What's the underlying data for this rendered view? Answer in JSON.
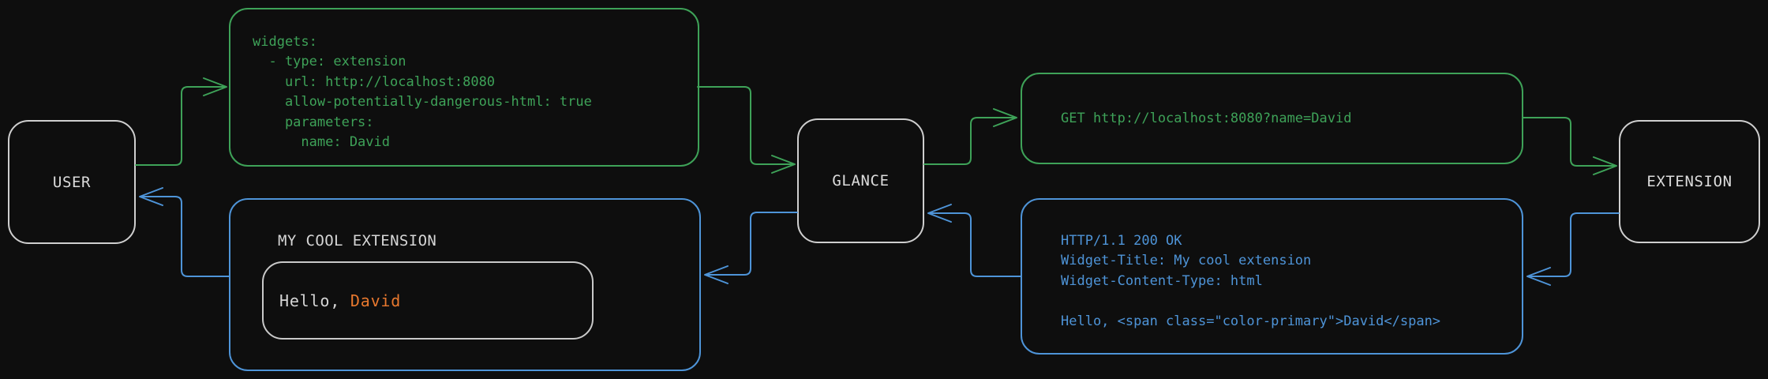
{
  "diagram": {
    "nodes": {
      "user": {
        "label": "USER"
      },
      "glance": {
        "label": "GLANCE"
      },
      "extension": {
        "label": "EXTENSION"
      }
    },
    "config_box": {
      "lines": [
        "widgets:",
        "  - type: extension",
        "    url: http://localhost:8080",
        "    allow-potentially-dangerous-html: true",
        "    parameters:",
        "      name: David"
      ]
    },
    "request_box": {
      "text": "GET http://localhost:8080?name=David"
    },
    "response_box": {
      "lines": [
        "HTTP/1.1 200 OK",
        "Widget-Title: My cool extension",
        "Widget-Content-Type: html",
        "",
        "Hello, <span class=\"color-primary\">David</span>"
      ]
    },
    "widget_box": {
      "title": "MY COOL EXTENSION",
      "greeting_prefix": "Hello, ",
      "greeting_name": "David"
    },
    "colors": {
      "background": "#0e0e0e",
      "request_green": "#3ea258",
      "response_blue": "#4e94d8",
      "accent_orange": "#e8782e",
      "node_border_gray": "#cfcfcf",
      "text_gray": "#d6d6d6"
    }
  }
}
